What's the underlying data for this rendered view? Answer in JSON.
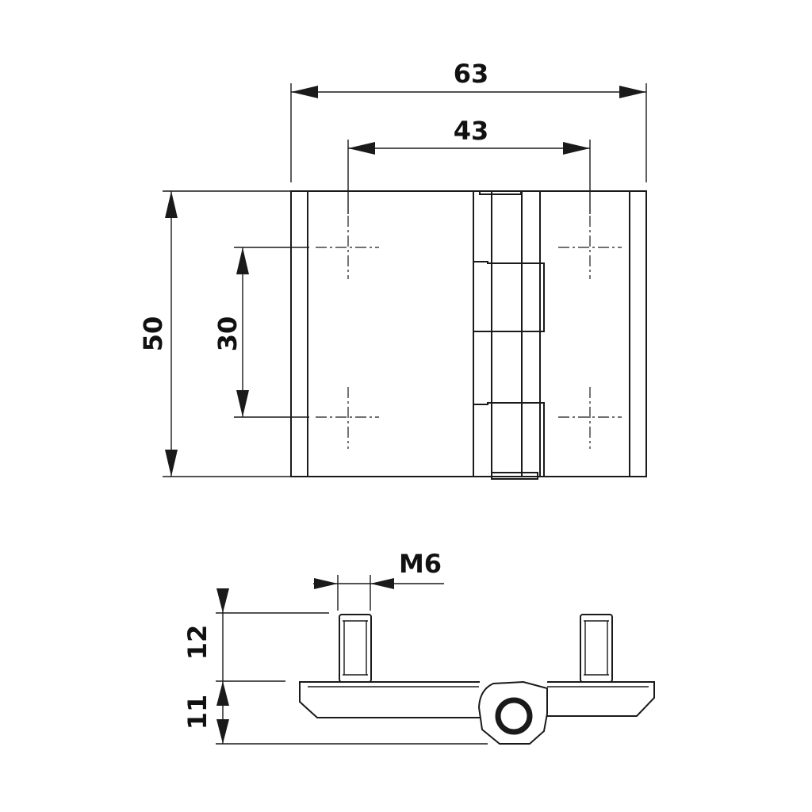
{
  "dimensions": {
    "overall_width": "63",
    "hole_spacing_horizontal": "43",
    "overall_height": "50",
    "hole_spacing_vertical": "30",
    "thread": "M6",
    "stud_length": "12",
    "leaf_thickness": "11"
  },
  "colors": {
    "line": "#1a1a1a",
    "text": "#111111",
    "background": "#ffffff"
  }
}
